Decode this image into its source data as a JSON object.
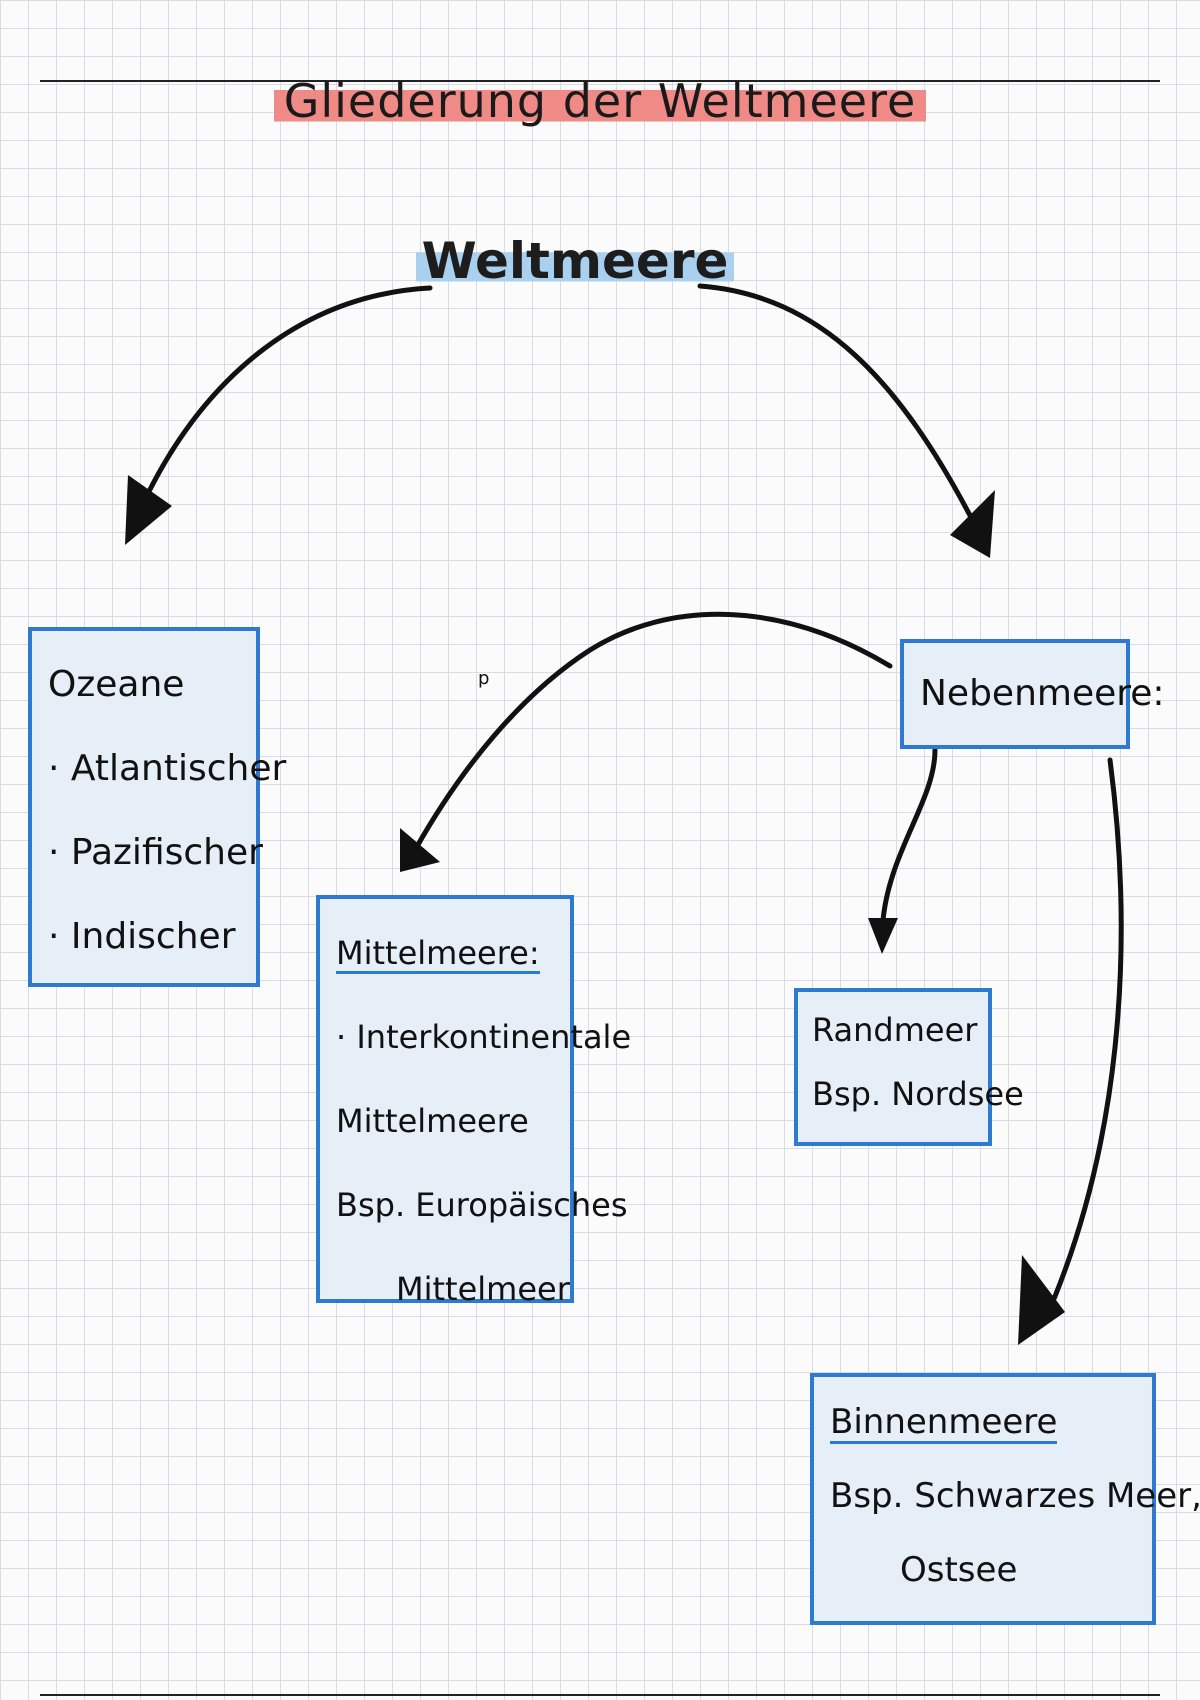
{
  "title": "Gliederung der Weltmeere",
  "root": "Weltmeere",
  "stray_mark": "p",
  "oceans": {
    "heading": "Ozeane",
    "items": [
      "· Atlantischer",
      "· Pazifischer",
      "· Indischer"
    ]
  },
  "marginal_seas": {
    "heading": "Nebenmeere:"
  },
  "mediterranean": {
    "heading": "Mittelmeere:",
    "lines": [
      "· Interkontinentale",
      "Mittelmeere",
      "Bsp. Europäisches",
      "Mittelmeer"
    ]
  },
  "edge_sea": {
    "heading": "Randmeer",
    "example": "Bsp. Nordsee"
  },
  "inland_sea": {
    "heading": "Binnenmeere",
    "example_1": "Bsp. Schwarzes Meer,",
    "example_2": "Ostsee"
  },
  "colors": {
    "box_border": "#2f7ad1",
    "box_fill": "#e6eef8",
    "title_highlight": "#ef8a86",
    "root_highlight": "#a9d0ef"
  }
}
